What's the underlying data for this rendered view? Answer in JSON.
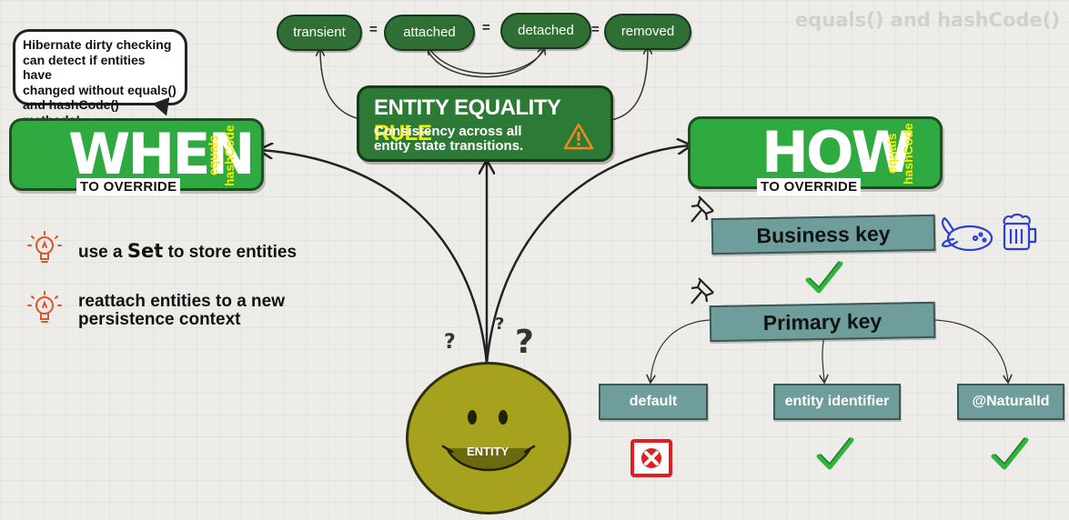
{
  "header": {
    "title": "equals() and hashCode()"
  },
  "states": [
    "transient",
    "attached",
    "detached",
    "removed"
  ],
  "equals_sign": "=",
  "bubble": {
    "lines": [
      "Hibernate dirty checking",
      "can detect if entities have",
      "changed without equals()",
      "and hashCode() methods!"
    ]
  },
  "when": {
    "word": "WHEN",
    "label": "TO OVERRIDE",
    "side_top": "equals",
    "side_bottom": "hashCode"
  },
  "how": {
    "word": "HOW",
    "label": "TO OVERRIDE",
    "side_top": "equals",
    "side_bottom": "hashCode"
  },
  "rule": {
    "title_main": "ENTITY EQUALITY",
    "title_accent": "RULE",
    "subtitle_line1": "Consistency across all",
    "subtitle_line2": "entity state transitions."
  },
  "tips": [
    {
      "before": "use a",
      "emph": "Set",
      "after": "to store entities"
    },
    {
      "line1": "reattach entities to a new",
      "line2": "persistence context"
    }
  ],
  "keys": {
    "business": "Business key",
    "primary": "Primary key",
    "options": [
      {
        "label": "default",
        "status": "rejected"
      },
      {
        "label": "entity identifier",
        "status": "approved"
      },
      {
        "label": "@NaturalId",
        "status": "approved"
      }
    ]
  },
  "entity": {
    "label": "ENTITY"
  },
  "colors": {
    "green_box": "#2eaa41",
    "dark_green": "#2c7a36",
    "accent_yellow": "#f5ef00",
    "key_box": "#6f9d9c",
    "check_green": "#2fb53d",
    "reject_red": "#e02020",
    "icon_blue": "#2b3fd6",
    "bulb_orange": "#d9572b",
    "face_olive": "#a6a21e"
  }
}
